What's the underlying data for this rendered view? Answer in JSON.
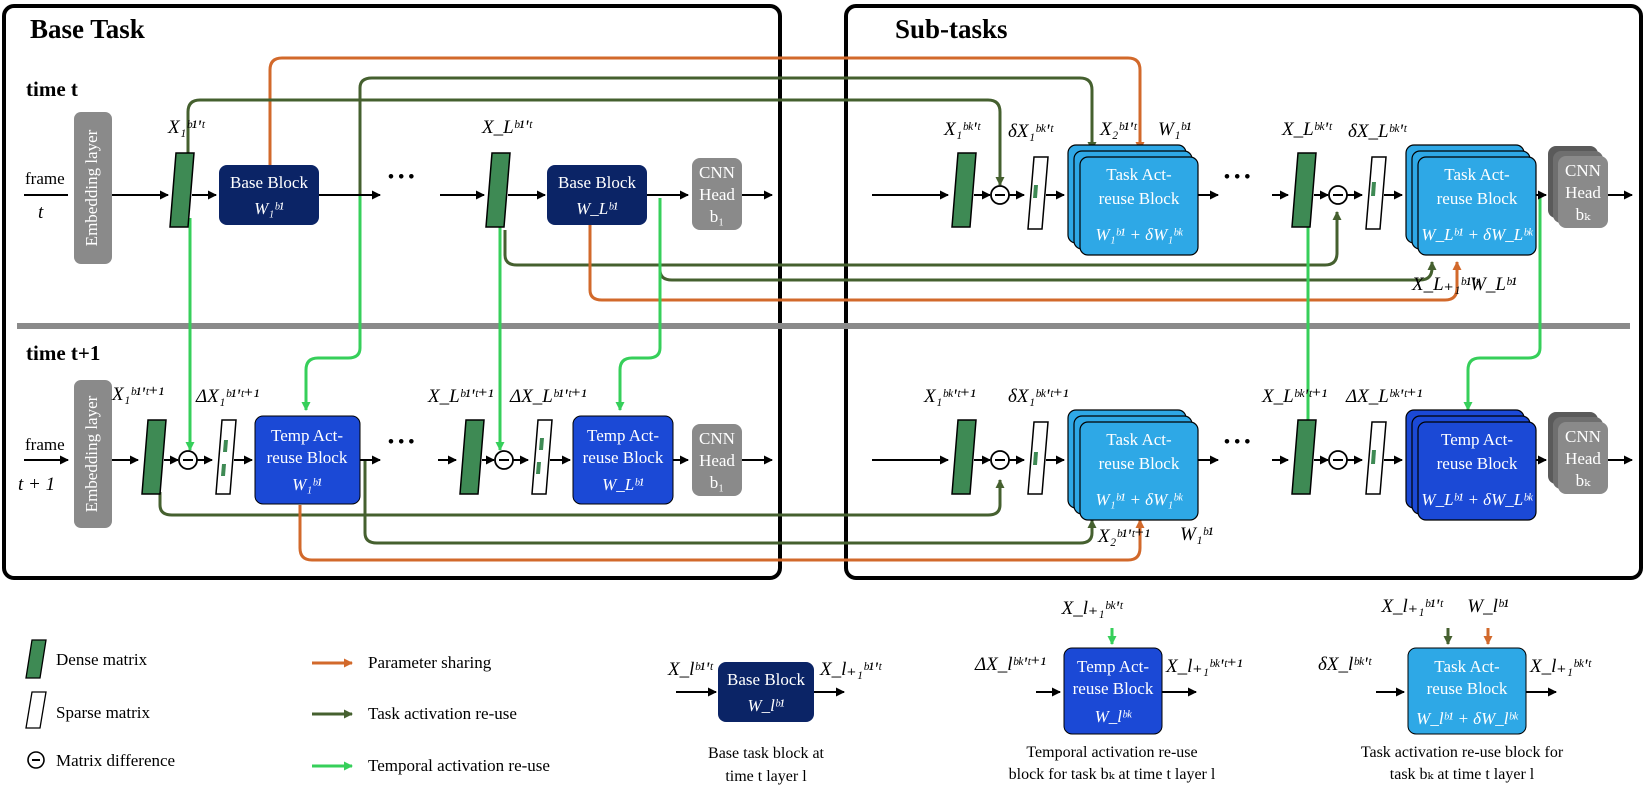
{
  "sections": {
    "base_task": "Base Task",
    "sub_tasks": "Sub-tasks"
  },
  "times": {
    "t": "time t",
    "t1": "time t+1"
  },
  "inputs": {
    "frame": "frame",
    "t": "t",
    "t1": "t + 1",
    "embedding": "Embedding layer"
  },
  "blocks": {
    "base_block": "Base Block",
    "temp_act_1": "Temp Act-",
    "temp_act_2": "reuse Block",
    "task_act_1": "Task Act-",
    "task_act_2": "reuse Block",
    "cnn_1": "CNN",
    "cnn_2": "Head",
    "cnn_b1": "b₁",
    "cnn_bk": "bₖ",
    "w1b1": "W₁ᵇ¹",
    "wLb1": "W_Lᵇ¹",
    "wlb1": "W_lᵇ¹",
    "wlbk": "W_lᵇᵏ",
    "w1sum": "W₁ᵇ¹ + δW₁ᵇᵏ",
    "wLsum": "W_Lᵇ¹ + δW_Lᵇᵏ",
    "wlsum": "W_lᵇ¹ + δW_lᵇᵏ"
  },
  "labels": {
    "x1_b1_t": "X₁ᵇ¹'ᵗ",
    "xL_b1_t": "X_Lᵇ¹'ᵗ",
    "x1_bk_t": "X₁ᵇᵏ'ᵗ",
    "dx1_bk_t": "δX₁ᵇᵏ'ᵗ",
    "x2_b1_t": "X₂ᵇ¹'ᵗ",
    "w1_b1": "W₁ᵇ¹",
    "xL_bk_t": "X_Lᵇᵏ'ᵗ",
    "dxL_bk_t": "δX_Lᵇᵏ'ᵗ",
    "xL1_b1_t": "X_L₊₁ᵇ¹'ᵗ",
    "wL_b1": "W_Lᵇ¹",
    "x1_b1_t1": "X₁ᵇ¹'ᵗ⁺¹",
    "Dx1_b1_t1": "ΔX₁ᵇ¹'ᵗ⁺¹",
    "xL_b1_t1": "X_Lᵇ¹'ᵗ⁺¹",
    "DxL_b1_t1": "ΔX_Lᵇ¹'ᵗ⁺¹",
    "x1_bk_t1": "X₁ᵇᵏ'ᵗ⁺¹",
    "dx1_bk_t1": "δX₁ᵇᵏ'ᵗ⁺¹",
    "xL_bk_t1": "X_Lᵇᵏ'ᵗ⁺¹",
    "DxL_bk_t1": "ΔX_Lᵇᵏ'ᵗ⁺¹",
    "x2_b1_t1": "X₂ᵇ¹'ᵗ⁺¹",
    "w1_b1_b": "W₁ᵇ¹",
    "ellipsis": "• • •"
  },
  "legend": {
    "dense": "Dense matrix",
    "sparse": "Sparse matrix",
    "diff": "Matrix difference",
    "param": "Parameter sharing",
    "task_reuse": "Task activation re-use",
    "temp_reuse": "Temporal activation re-use"
  },
  "bottom": {
    "base_in": "X_lᵇ¹'ᵗ",
    "base_out": "X_l₊₁ᵇ¹'ᵗ",
    "base_cap_1": "Base task block at",
    "base_cap_2": "time t layer l",
    "temp_in": "ΔX_lᵇᵏ'ᵗ⁺¹",
    "temp_top": "X_l₊₁ᵇᵏ'ᵗ",
    "temp_out": "X_l₊₁ᵇᵏ'ᵗ⁺¹",
    "temp_cap_1": "Temporal activation re-use",
    "temp_cap_2": "block for task bₖ at time t layer l",
    "task_in": "δX_lᵇᵏ'ᵗ",
    "task_top1": "X_l₊₁ᵇ¹'ᵗ",
    "task_top2": "W_lᵇ¹",
    "task_out": "X_l₊₁ᵇᵏ'ᵗ",
    "task_cap_1": "Task activation re-use block for",
    "task_cap_2": "task bₖ at time t layer l"
  },
  "colors": {
    "navy": "#0b2466",
    "blue": "#1b49d6",
    "cyan": "#2ea8e6",
    "green_dense": "#3e8a54",
    "orange": "#d2692b",
    "dark_green": "#45602f",
    "light_green": "#36cf5a",
    "gray": "#8a8a8a"
  }
}
